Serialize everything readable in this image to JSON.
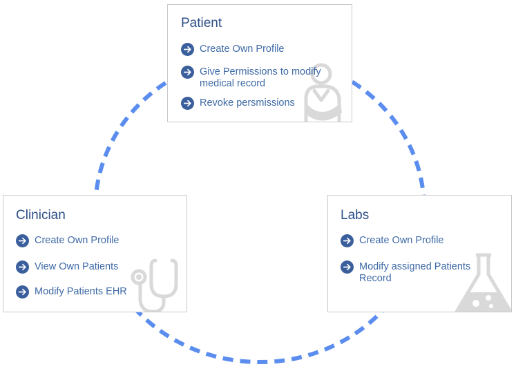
{
  "colors": {
    "ring": "#5b8def",
    "title": "#2c4f86",
    "item_text": "#3e6aa6",
    "arrow_circle": "#3a5f9c",
    "watermark": "#d9d9d9"
  },
  "patient": {
    "title": "Patient",
    "icon": "patient-icon",
    "items": [
      {
        "label": "Create Own Profile"
      },
      {
        "label": "Give Permissions to modify medical record"
      },
      {
        "label": "Revoke persmissions"
      }
    ]
  },
  "clinician": {
    "title": "Clinician",
    "icon": "stethoscope-icon",
    "items": [
      {
        "label": "Create Own Profile"
      },
      {
        "label": "View Own Patients"
      },
      {
        "label": "Modify Patients EHR"
      }
    ]
  },
  "labs": {
    "title": "Labs",
    "icon": "flask-icon",
    "items": [
      {
        "label": "Create Own Profile"
      },
      {
        "label": "Modify assigned Patients Record"
      }
    ]
  }
}
